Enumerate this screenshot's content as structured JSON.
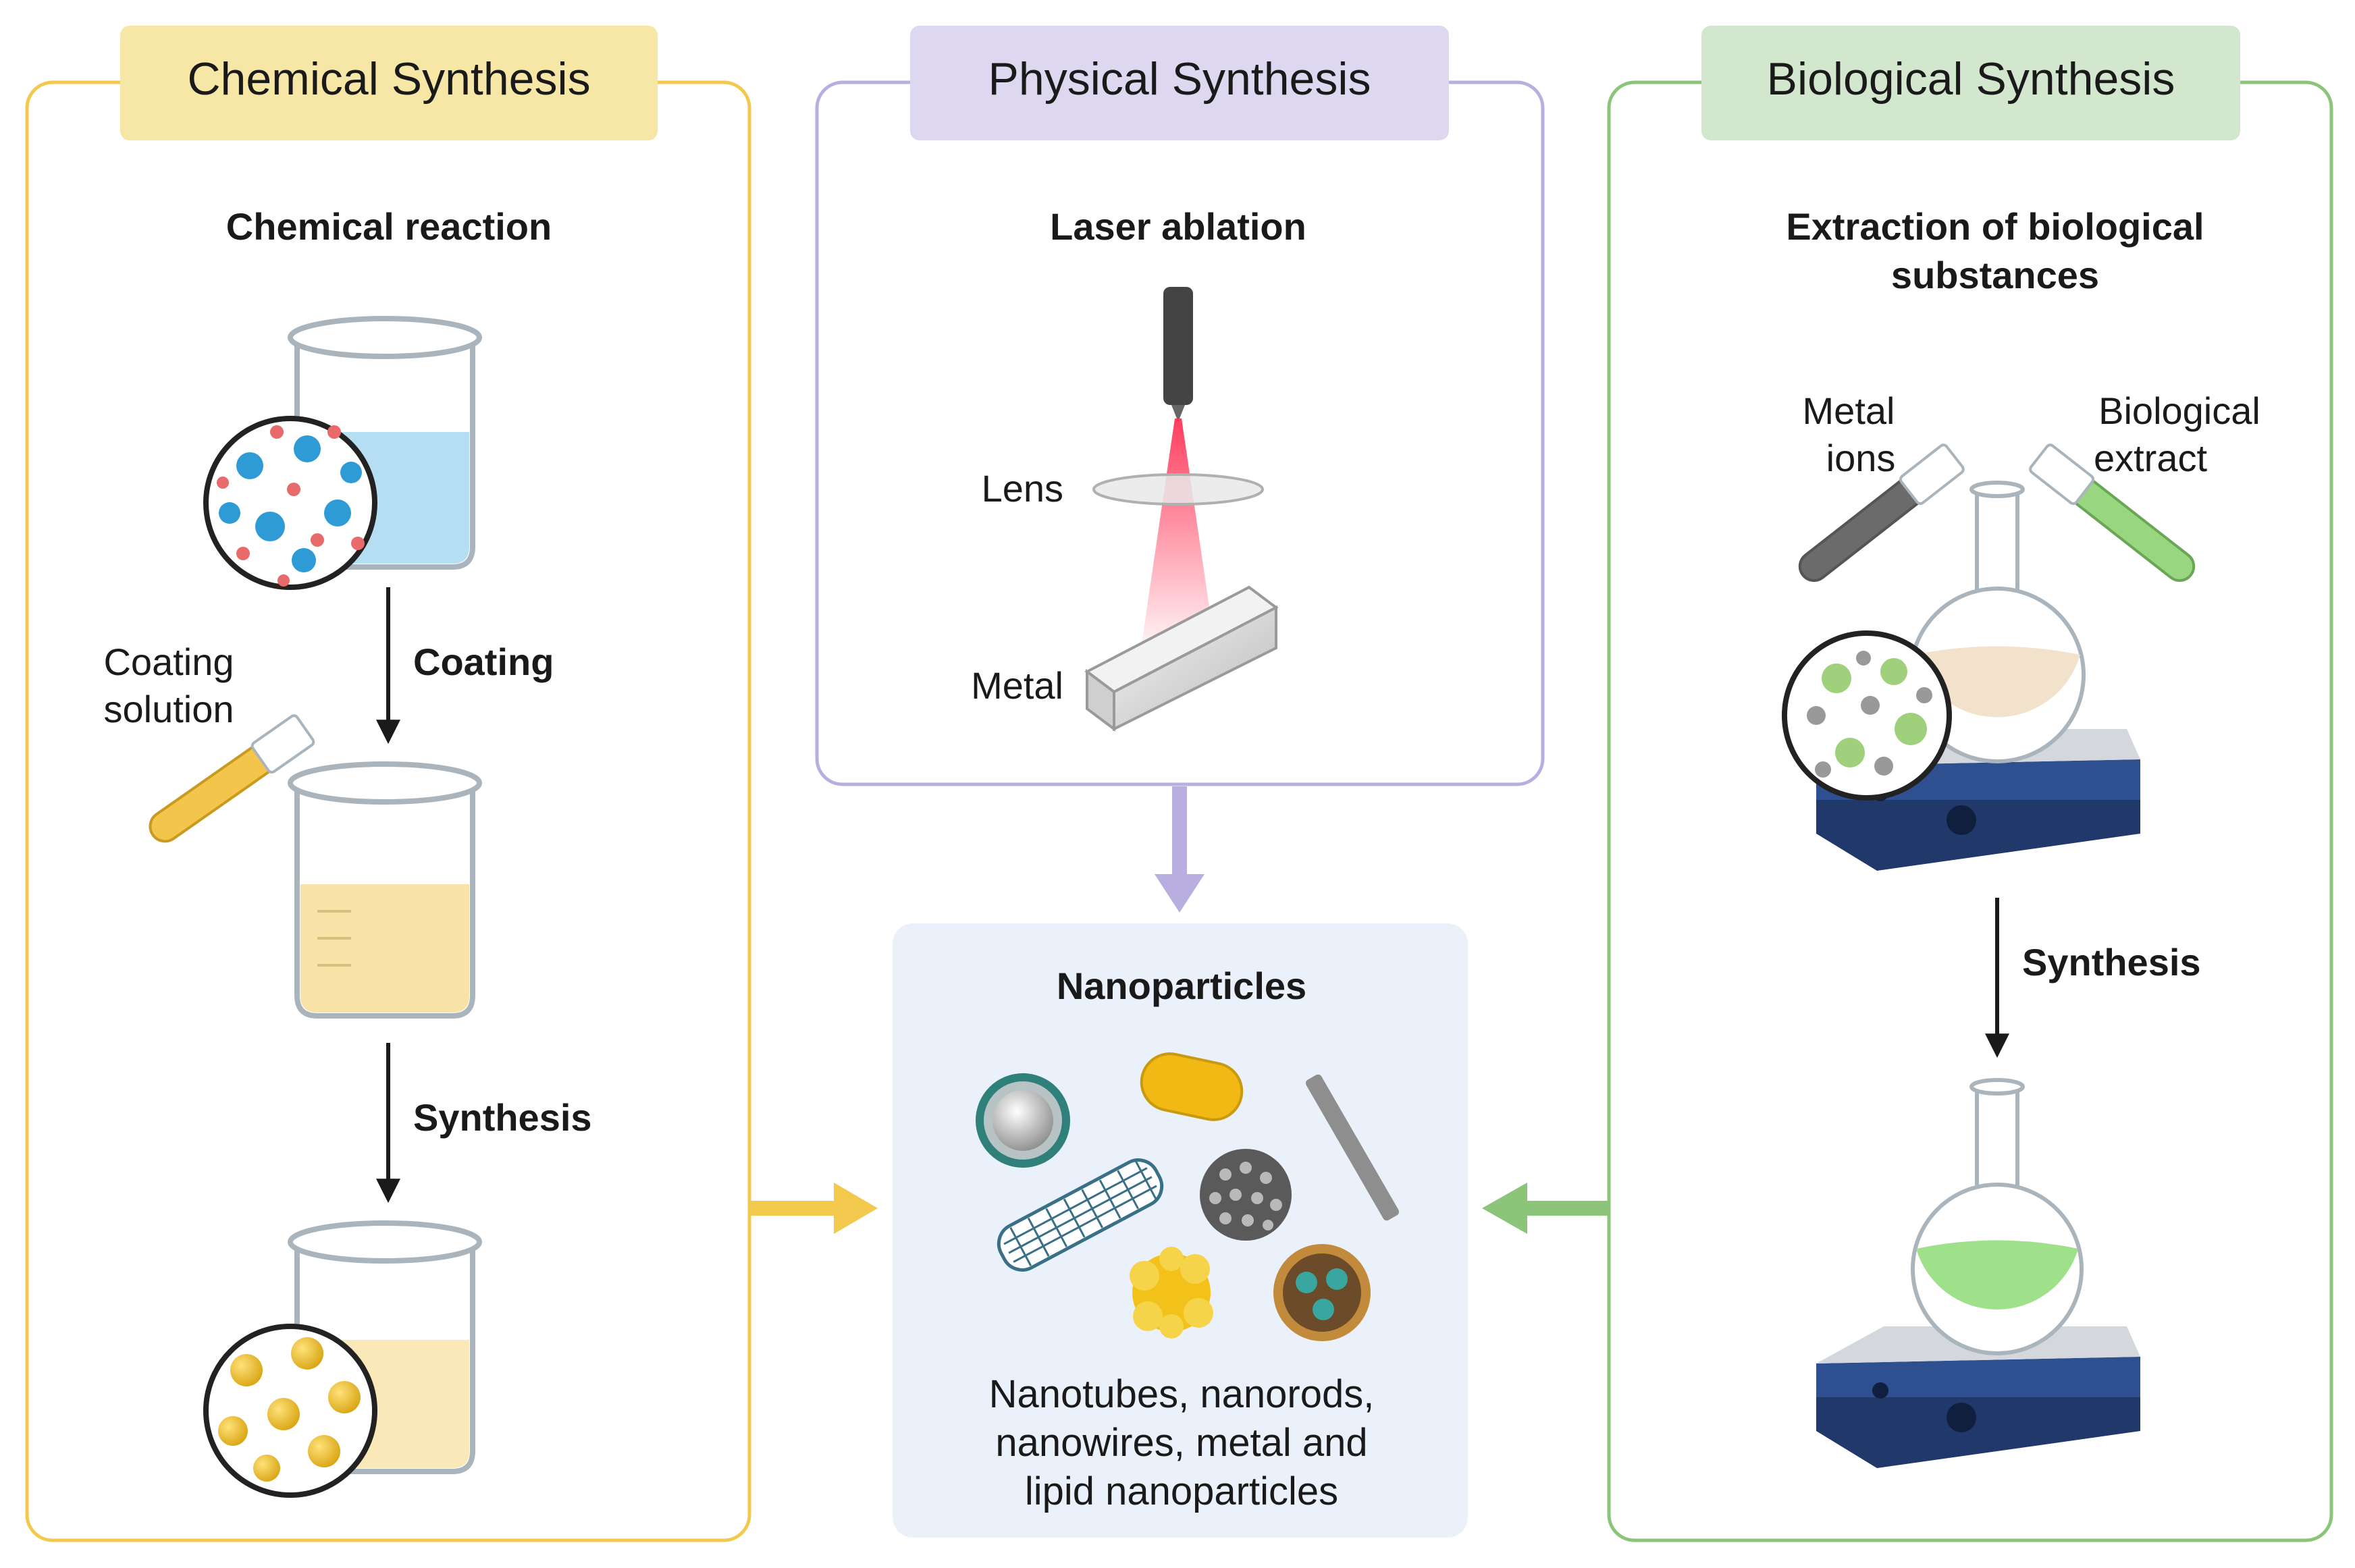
{
  "panels": {
    "chemical": {
      "title": "Chemical Synthesis",
      "subtitle": "Chemical reaction",
      "coating_solution_line1": "Coating",
      "coating_solution_line2": "solution",
      "step1": "Coating",
      "step2": "Synthesis",
      "accent": "#F2C94C",
      "title_bg": "#F6E7A6"
    },
    "physical": {
      "title": "Physical Synthesis",
      "subtitle": "Laser ablation",
      "lens_label": "Lens",
      "metal_label": "Metal",
      "accent": "#B9AEE0",
      "title_bg": "#DDD8F0"
    },
    "biological": {
      "title": "Biological Synthesis",
      "subtitle_line1": "Extraction of biological",
      "subtitle_line2": "substances",
      "metal_ions_line1": "Metal",
      "metal_ions_line2": "ions",
      "bio_extract_line1": "Biological",
      "bio_extract_line2": "extract",
      "step": "Synthesis",
      "accent": "#8CC57A",
      "title_bg": "#D3E7CF"
    }
  },
  "nanoparticles": {
    "title": "Nanoparticles",
    "caption_line1": "Nanotubes, nanorods,",
    "caption_line2": "nanowires, metal and",
    "caption_line3": "lipid nanoparticles",
    "bg": "#EAF1FB"
  }
}
